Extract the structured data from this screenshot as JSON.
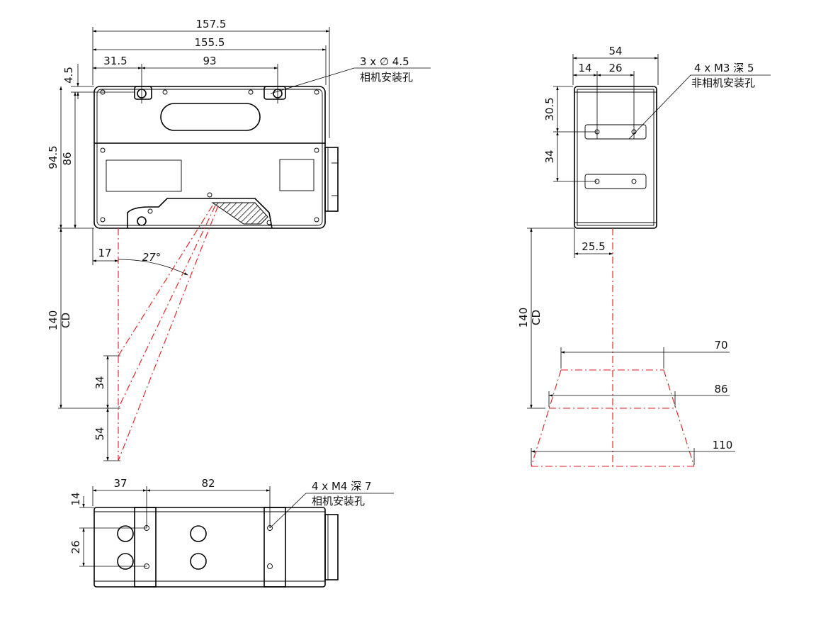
{
  "front_view": {
    "dim_total_width": "157.5",
    "dim_body_width": "155.5",
    "dim_left_hole": "31.5",
    "dim_hole_spacing": "93",
    "dim_top_offset": "4.5",
    "dim_total_height": "94.5",
    "dim_body_height": "86",
    "dim_laser_offset": "17",
    "dim_angle": "27°",
    "dim_cd": "140",
    "cd_label": "CD",
    "dim_range_near": "34",
    "dim_range_far": "54",
    "hole_note_line1": "3 x ∅ 4.5",
    "hole_note_line2": "相机安装孔"
  },
  "side_view": {
    "dim_width": "54",
    "dim_hole_left": "14",
    "dim_hole_spacing": "26",
    "dim_top_offset": "30.5",
    "dim_hole_pitch": "34",
    "dim_laser_center": "25.5",
    "dim_cd": "140",
    "cd_label": "CD",
    "fov_near": "70",
    "fov_mid": "86",
    "fov_far": "110",
    "hole_note_line1": "4 x M3 深 5",
    "hole_note_line2": "非相机安装孔"
  },
  "bottom_view": {
    "dim_left": "37",
    "dim_spacing": "82",
    "dim_top": "14",
    "dim_pitch": "26",
    "hole_note_line1": "4 x M4 深 7",
    "hole_note_line2": "相机安装孔"
  },
  "colors": {
    "laser": "#e0191b",
    "line": "#000000"
  }
}
